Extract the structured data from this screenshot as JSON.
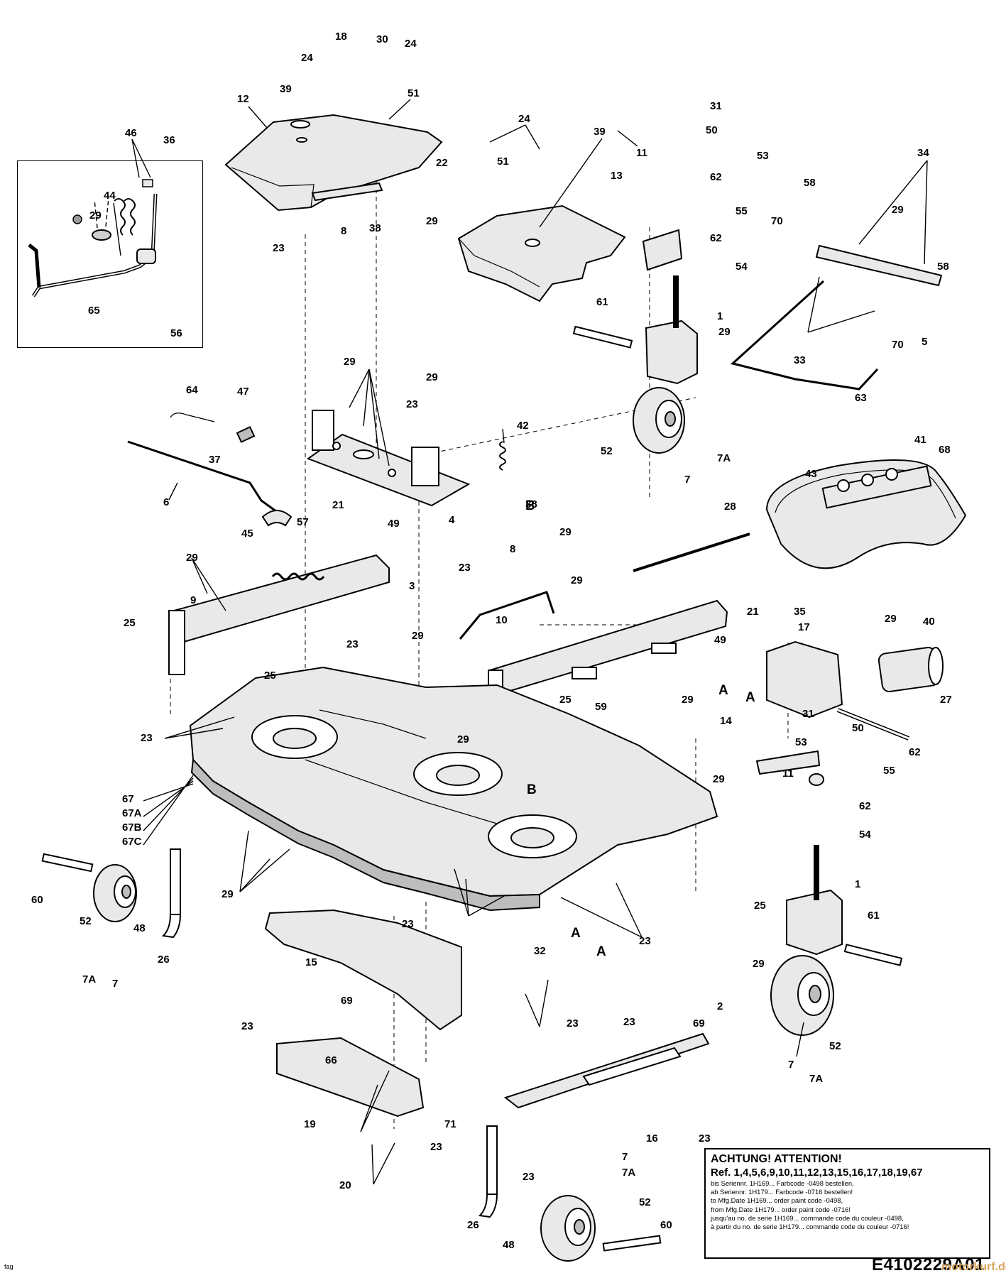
{
  "diagram": {
    "part_labels": [
      {
        "id": "p18",
        "text": "18"
      },
      {
        "id": "p30",
        "text": "30"
      },
      {
        "id": "p24a",
        "text": "24"
      },
      {
        "id": "p24b",
        "text": "24"
      },
      {
        "id": "p12",
        "text": "12"
      },
      {
        "id": "p39a",
        "text": "39"
      },
      {
        "id": "p51a",
        "text": "51"
      },
      {
        "id": "p22",
        "text": "22"
      },
      {
        "id": "p23a",
        "text": "23"
      },
      {
        "id": "p8a",
        "text": "8"
      },
      {
        "id": "p38a",
        "text": "38"
      },
      {
        "id": "p29a",
        "text": "29"
      },
      {
        "id": "p24c",
        "text": "24"
      },
      {
        "id": "p51b",
        "text": "51"
      },
      {
        "id": "p39b",
        "text": "39"
      },
      {
        "id": "p13",
        "text": "13"
      },
      {
        "id": "p11a",
        "text": "11"
      },
      {
        "id": "p31a",
        "text": "31"
      },
      {
        "id": "p50a",
        "text": "50"
      },
      {
        "id": "p53a",
        "text": "53"
      },
      {
        "id": "p62a",
        "text": "62"
      },
      {
        "id": "p55a",
        "text": "55"
      },
      {
        "id": "p62b",
        "text": "62"
      },
      {
        "id": "p54a",
        "text": "54"
      },
      {
        "id": "p61a",
        "text": "61"
      },
      {
        "id": "p1a",
        "text": "1"
      },
      {
        "id": "p29b",
        "text": "29"
      },
      {
        "id": "p52a",
        "text": "52"
      },
      {
        "id": "p7Aa",
        "text": "7A"
      },
      {
        "id": "p7a",
        "text": "7"
      },
      {
        "id": "p34",
        "text": "34"
      },
      {
        "id": "p58a",
        "text": "58"
      },
      {
        "id": "p29c",
        "text": "29"
      },
      {
        "id": "p70a",
        "text": "70"
      },
      {
        "id": "p58b",
        "text": "58"
      },
      {
        "id": "p33",
        "text": "33"
      },
      {
        "id": "p70b",
        "text": "70"
      },
      {
        "id": "p5",
        "text": "5"
      },
      {
        "id": "p63",
        "text": "63"
      },
      {
        "id": "p46",
        "text": "46"
      },
      {
        "id": "p36",
        "text": "36"
      },
      {
        "id": "p44",
        "text": "44"
      },
      {
        "id": "p29d",
        "text": "29"
      },
      {
        "id": "p65",
        "text": "65"
      },
      {
        "id": "p56",
        "text": "56"
      },
      {
        "id": "p29e",
        "text": "29"
      },
      {
        "id": "p29f",
        "text": "29"
      },
      {
        "id": "p23b",
        "text": "23"
      },
      {
        "id": "p42",
        "text": "42"
      },
      {
        "id": "p4",
        "text": "4"
      },
      {
        "id": "p64",
        "text": "64"
      },
      {
        "id": "p47",
        "text": "47"
      },
      {
        "id": "p37",
        "text": "37"
      },
      {
        "id": "p6",
        "text": "6"
      },
      {
        "id": "p57",
        "text": "57"
      },
      {
        "id": "p21a",
        "text": "21"
      },
      {
        "id": "p49a",
        "text": "49"
      },
      {
        "id": "p45",
        "text": "45"
      },
      {
        "id": "p29g",
        "text": "29"
      },
      {
        "id": "p9",
        "text": "9"
      },
      {
        "id": "p3",
        "text": "3"
      },
      {
        "id": "p25a",
        "text": "25"
      },
      {
        "id": "p23c",
        "text": "23"
      },
      {
        "id": "p29h",
        "text": "29"
      },
      {
        "id": "p25b",
        "text": "25"
      },
      {
        "id": "p38b",
        "text": "38"
      },
      {
        "id": "p8b",
        "text": "8"
      },
      {
        "id": "p29i",
        "text": "29"
      },
      {
        "id": "p23d",
        "text": "23"
      },
      {
        "id": "p29j",
        "text": "29"
      },
      {
        "id": "p10",
        "text": "10"
      },
      {
        "id": "p28",
        "text": "28"
      },
      {
        "id": "p21b",
        "text": "21"
      },
      {
        "id": "p49b",
        "text": "49"
      },
      {
        "id": "p25c",
        "text": "25"
      },
      {
        "id": "p43",
        "text": "43"
      },
      {
        "id": "p41",
        "text": "41"
      },
      {
        "id": "p68",
        "text": "68"
      },
      {
        "id": "p35",
        "text": "35"
      },
      {
        "id": "p17",
        "text": "17"
      },
      {
        "id": "p29k",
        "text": "29"
      },
      {
        "id": "p40",
        "text": "40"
      },
      {
        "id": "p27",
        "text": "27"
      },
      {
        "id": "p23e",
        "text": "23"
      },
      {
        "id": "p59",
        "text": "59"
      },
      {
        "id": "p14",
        "text": "14"
      },
      {
        "id": "p29l",
        "text": "29"
      },
      {
        "id": "p29m",
        "text": "29"
      },
      {
        "id": "p31b",
        "text": "31"
      },
      {
        "id": "p50b",
        "text": "50"
      },
      {
        "id": "p53b",
        "text": "53"
      },
      {
        "id": "p62c",
        "text": "62"
      },
      {
        "id": "p55b",
        "text": "55"
      },
      {
        "id": "p11b",
        "text": "11"
      },
      {
        "id": "p62d",
        "text": "62"
      },
      {
        "id": "p54b",
        "text": "54"
      },
      {
        "id": "p67",
        "text": "67"
      },
      {
        "id": "p67A",
        "text": "67A"
      },
      {
        "id": "p67B",
        "text": "67B"
      },
      {
        "id": "p67C",
        "text": "67C"
      },
      {
        "id": "p60a",
        "text": "60"
      },
      {
        "id": "p52b",
        "text": "52"
      },
      {
        "id": "p48a",
        "text": "48"
      },
      {
        "id": "p26a",
        "text": "26"
      },
      {
        "id": "p7Ab",
        "text": "7A"
      },
      {
        "id": "p7b",
        "text": "7"
      },
      {
        "id": "p29n",
        "text": "29"
      },
      {
        "id": "p29o",
        "text": "29"
      },
      {
        "id": "p23f",
        "text": "23"
      },
      {
        "id": "p32",
        "text": "32"
      },
      {
        "id": "p23g",
        "text": "23"
      },
      {
        "id": "p1b",
        "text": "1"
      },
      {
        "id": "p25d",
        "text": "25"
      },
      {
        "id": "p61b",
        "text": "61"
      },
      {
        "id": "p29p",
        "text": "29"
      },
      {
        "id": "p15",
        "text": "15"
      },
      {
        "id": "p69a",
        "text": "69"
      },
      {
        "id": "p23h",
        "text": "23"
      },
      {
        "id": "p23i",
        "text": "23"
      },
      {
        "id": "p23j",
        "text": "23"
      },
      {
        "id": "p2",
        "text": "2"
      },
      {
        "id": "p69b",
        "text": "69"
      },
      {
        "id": "p52c",
        "text": "52"
      },
      {
        "id": "p7c",
        "text": "7"
      },
      {
        "id": "p7Ac",
        "text": "7A"
      },
      {
        "id": "p66",
        "text": "66"
      },
      {
        "id": "p19",
        "text": "19"
      },
      {
        "id": "p71",
        "text": "71"
      },
      {
        "id": "p23k",
        "text": "23"
      },
      {
        "id": "p16",
        "text": "16"
      },
      {
        "id": "p23l",
        "text": "23"
      },
      {
        "id": "p20",
        "text": "20"
      },
      {
        "id": "p23m",
        "text": "23"
      },
      {
        "id": "p7d",
        "text": "7"
      },
      {
        "id": "p7Ad",
        "text": "7A"
      },
      {
        "id": "p52d",
        "text": "52"
      },
      {
        "id": "p26b",
        "text": "26"
      },
      {
        "id": "p48b",
        "text": "48"
      },
      {
        "id": "p60b",
        "text": "60"
      }
    ],
    "ref_letters": [
      {
        "id": "rBa",
        "text": "B"
      },
      {
        "id": "rBb",
        "text": "B"
      },
      {
        "id": "rAa",
        "text": "A"
      },
      {
        "id": "rAb",
        "text": "A"
      },
      {
        "id": "rAc",
        "text": "A"
      },
      {
        "id": "rAd",
        "text": "A"
      }
    ]
  },
  "notice": {
    "title": "ACHTUNG! ATTENTION!",
    "ref": "Ref. 1,4,5,6,9,10,11,12,13,15,16,17,18,19,67",
    "lines": [
      "bis Seriennr. 1H169... Farbcode -0498 bestellen,",
      "ab Seriennr. 1H179... Farbcode -0716 bestellen!",
      "to Mfg.Date 1H169... order paint code -0498,",
      "from Mfg.Date 1H179... order paint code -0716!",
      "jusqu'au no. de serie 1H169... commande code du couleur -0498,",
      "à partir du no. de serie 1H179... commande code du couleur -0716!"
    ]
  },
  "footer": {
    "diagram_code": "E4102229A01",
    "watermark": "motorkurf.de",
    "fig_tag": "fag"
  }
}
